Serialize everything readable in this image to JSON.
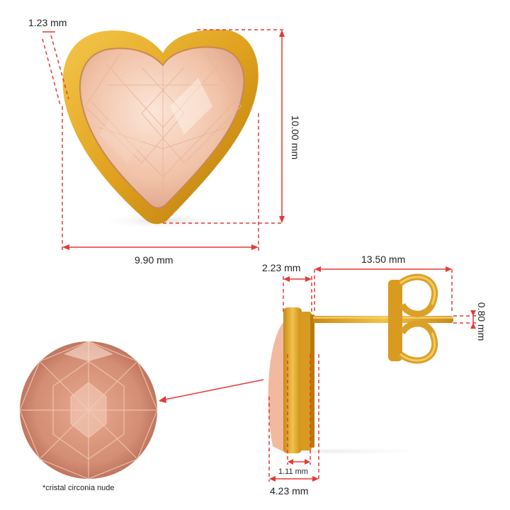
{
  "dimensions": {
    "bezel_width": "1.23 mm",
    "heart_height": "10.00 mm",
    "heart_width": "9.90 mm",
    "post_offset": "2.23 mm",
    "post_length": "13.50 mm",
    "post_diameter": "0.80 mm",
    "stone_depth": "1.11 mm",
    "total_depth": "4.23 mm"
  },
  "note": "*cristal circonia nude",
  "colors": {
    "dimension_line": "#e53935",
    "gold": "#e0a21f",
    "gold_dark": "#b97a0c",
    "stone": "#f2c2a8",
    "stone_dark": "#c97f66"
  }
}
